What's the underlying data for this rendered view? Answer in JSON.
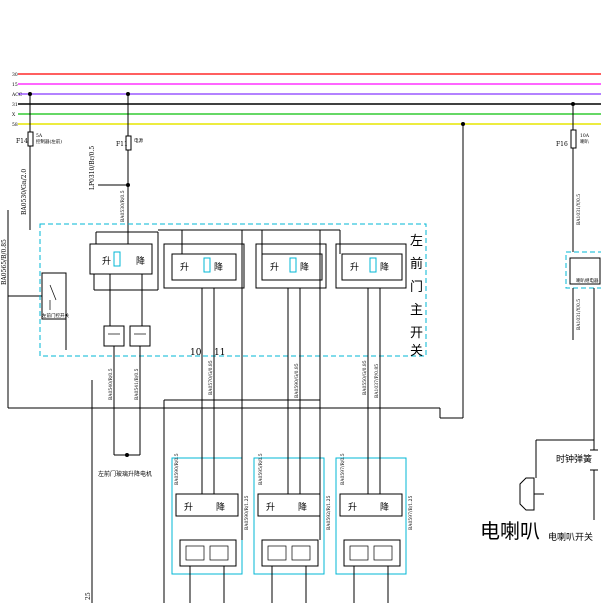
{
  "fuses": {
    "f14": {
      "id": "F14",
      "rating": "5A",
      "name": "控制器(左前)"
    },
    "f11": {
      "id": "F11",
      "rating": "",
      "name": "电源"
    },
    "f16": {
      "id": "F16",
      "rating": "10A",
      "name": "喇叭"
    }
  },
  "wires": {
    "w_f14": "BA0530/Gn/2.0",
    "w_f11": "LP0310/Br/0.5",
    "w_f11b": "BA0530/R/0.5",
    "w_left": "BA0565/B/0.85",
    "w_f16": "BA1031/Y/0.5",
    "w_right1": "BA1031/Y/0.5",
    "w_motor1": "BA0540/R/0.5",
    "w_motor2": "BA0541/B/0.5",
    "w_sw1": "BA0570/G/0.85",
    "w_sw2": "BA0590/G/0.85",
    "w_sw3": "BA1037/P/0.85",
    "w_sw3b": "BA0550/G/0.85",
    "w_lower1": "BA0590/R/0.5",
    "w_lower2": "BA0595/R/0.5",
    "w_lower3": "BA0597/R/0.5",
    "w_lower4": "BA0590/R/1.25",
    "w_lower5": "BA0592/R/1.25",
    "w_lower6": "BA0597/B/1.25"
  },
  "labels": {
    "main_switch": [
      "左",
      "前",
      "门",
      "主",
      "开",
      "关"
    ],
    "motor": "左前门玻璃升降电机",
    "horn": "电喇叭",
    "horn_switch": "电喇叭开关",
    "clock_spring": "时钟弹簧",
    "small_box": "左前门控开关",
    "pin10": "10",
    "pin11": "11",
    "up": "升",
    "down": "降",
    "edge_25": "25",
    "right_box": "喇叭继电器"
  },
  "colors": {
    "rail_red": "#ff2a2a",
    "rail_magenta": "#ff33ff",
    "rail_purple": "#9b59ff",
    "rail_black": "#000000",
    "rail_green": "#33cc33",
    "rail_yellow": "#e6e600",
    "dashed_box": "#00b7d6"
  }
}
